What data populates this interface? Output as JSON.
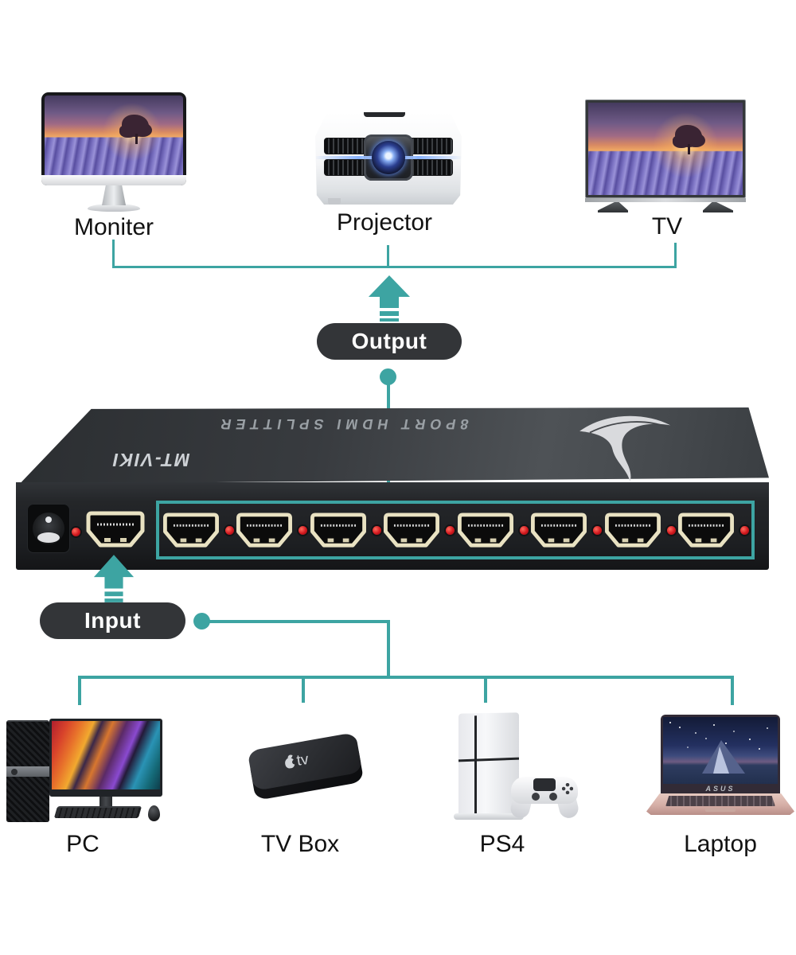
{
  "colors": {
    "teal": "#3da4a2",
    "badge_bg": "#333538",
    "badge_text": "#ffffff",
    "led_red": "#d2171e",
    "hdmi_cream": "#e9e2c2",
    "splitter_front": "#202225",
    "label_text": "#121212"
  },
  "output_flow": {
    "badge": "Output",
    "devices": [
      {
        "label": "Moniter"
      },
      {
        "label": "Projector"
      },
      {
        "label": "TV"
      }
    ]
  },
  "splitter": {
    "brand": "MT-VIKI",
    "panel_text": "8PORT HDMI SPLITTER",
    "output_ports": 8,
    "input_ports": 1
  },
  "input_flow": {
    "badge": "Input",
    "devices": [
      {
        "label": "PC"
      },
      {
        "label": "TV Box",
        "logo": "tv"
      },
      {
        "label": "PS4"
      },
      {
        "label": "Laptop",
        "logo": "ASUS"
      }
    ]
  }
}
